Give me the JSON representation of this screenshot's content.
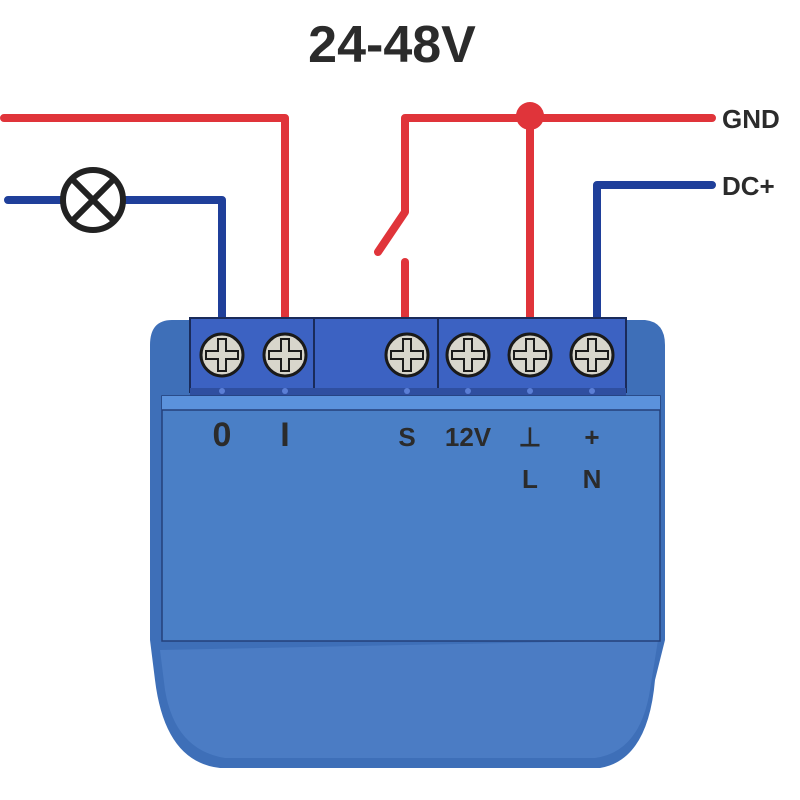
{
  "title": "24-48V",
  "wire_labels": {
    "gnd": "GND",
    "dc_plus": "DC+"
  },
  "terminals": [
    {
      "label": "0",
      "sub": ""
    },
    {
      "label": "I",
      "sub": ""
    },
    {
      "label": "S",
      "sub": ""
    },
    {
      "label": "12V",
      "sub": ""
    },
    {
      "label": "⊥",
      "sub": "L"
    },
    {
      "label": "+",
      "sub": "N"
    }
  ],
  "colors": {
    "red_wire": "#e0343a",
    "blue_wire": "#1f3f9a",
    "device_body": "#4a7fc6",
    "terminal_block": "#3c62c2",
    "screw": "#d8d6cc"
  }
}
